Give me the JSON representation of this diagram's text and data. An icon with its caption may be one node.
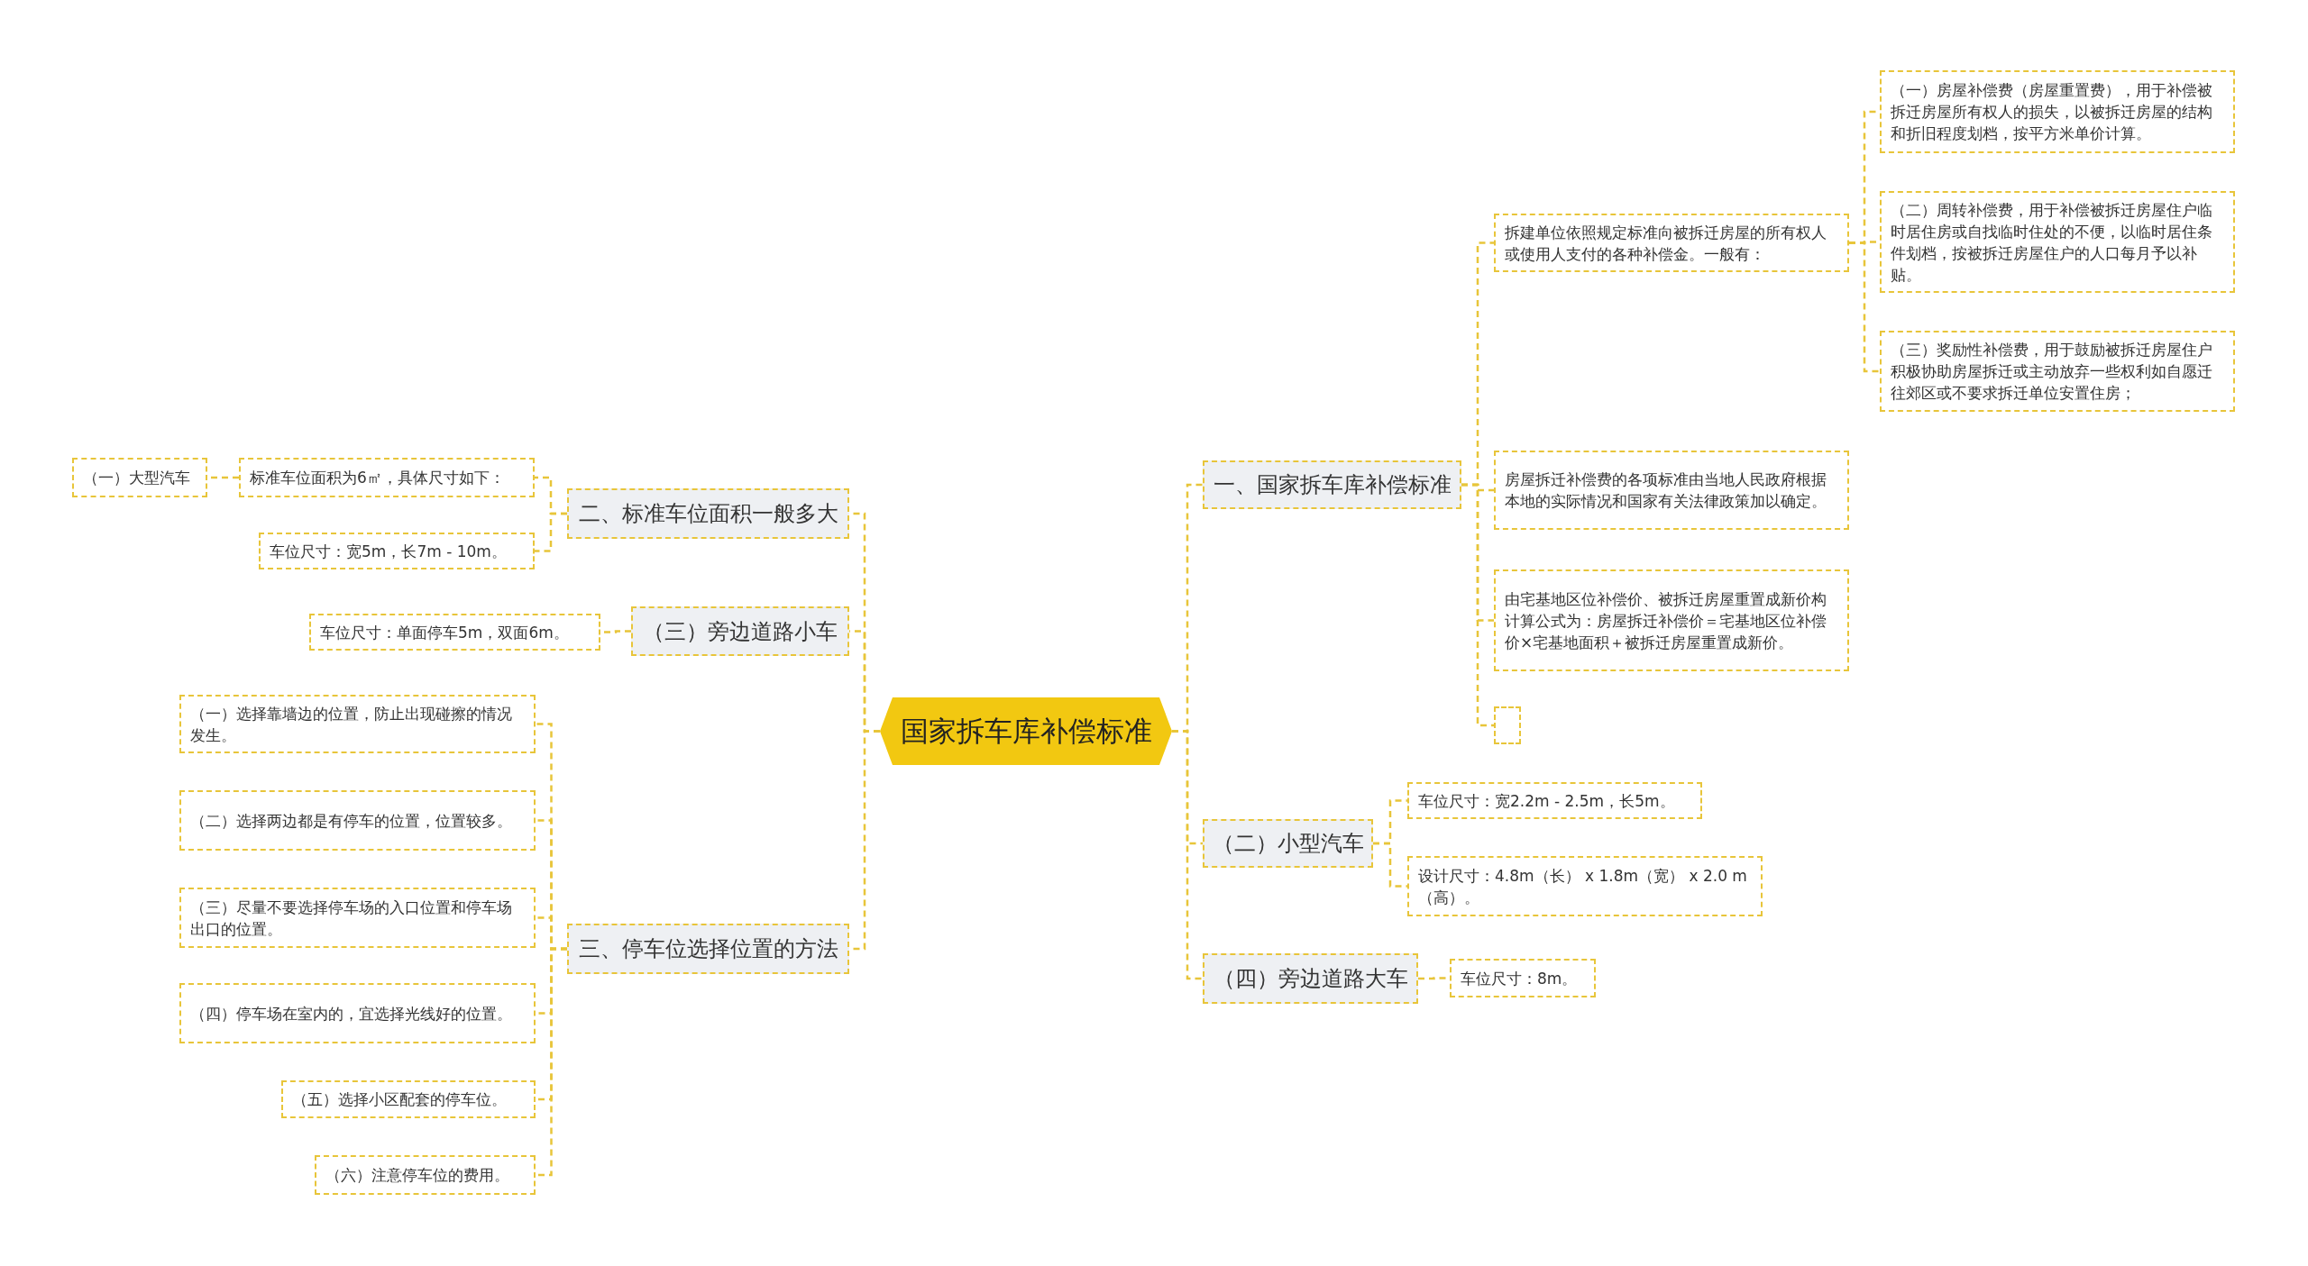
{
  "diagram": {
    "nodes": [
      {
        "text": [
          "国家拆车库补偿标准"
        ]
      },
      {
        "text": [
          "一、国家拆车库补偿标准"
        ]
      },
      {
        "text": [
          "拆建单位依照规定标准向被拆迁房屋的所有权人或使用人支付的各种补偿金。一般有："
        ]
      },
      {
        "text": [
          "（一）房屋补偿费（房屋重置费），用于补偿被拆迁房屋所有权人的损失，以被拆迁房屋的结构和折旧程度划档，按平方米单价计算。"
        ]
      },
      {
        "text": [
          "（二）周转补偿费，用于补偿被拆迁房屋住户临时居住房或自找临时住处的不便，以临时居住条件划档，按被拆迁房屋住户的人口每月予以补贴。"
        ]
      },
      {
        "text": [
          "（三）奖励性补偿费，用于鼓励被拆迁房屋住户积极协助房屋拆迁或主动放弃一些权利如自愿迁往郊区或不要求拆迁单位安置住房；"
        ]
      },
      {
        "text": [
          "房屋拆迁补偿费的各项标准由当地人民政府根据本地的实际情况和国家有关法律政策加以确定。"
        ]
      },
      {
        "text": [
          "由宅基地区位补偿价、被拆迁房屋重置成新价构计算公式为：房屋拆迁补偿价＝宅基地区位补偿价×宅基地面积＋被拆迁房屋重置成新价。"
        ]
      },
      {
        "text": [],
        "shape": "box"
      },
      {
        "text": [
          "（二）小型汽车"
        ]
      },
      {
        "text": [
          "车位尺寸：宽2.2m - 2.5m，长5m。"
        ]
      },
      {
        "text": [
          "设计尺寸：4.8m（长） x 1.8m（宽） x 2.0 m（高）。"
        ]
      },
      {
        "text": [
          "（四）旁边道路大车"
        ]
      },
      {
        "text": [
          "车位尺寸：8m。"
        ]
      },
      {
        "text": [
          "二、标准车位面积一般多大"
        ]
      },
      {
        "text": [
          "标准车位面积为6㎡，具体尺寸如下："
        ]
      },
      {
        "text": [
          "（一）大型汽车"
        ]
      },
      {
        "text": [
          "车位尺寸：宽5m，长7m - 10m。"
        ]
      },
      {
        "text": [
          "（三）旁边道路小车"
        ]
      },
      {
        "text": [
          "车位尺寸：单面停车5m，双面6m。"
        ]
      },
      {
        "text": [
          "三、停车位选择位置的方法"
        ]
      },
      {
        "text": [
          "（一）选择靠墙边的位置，防止出现碰擦的情况发生。"
        ]
      },
      {
        "text": [
          "（二）选择两边都是有停车的位置，位置较多。"
        ]
      },
      {
        "text": [
          "（三）尽量不要选择停车场的入口位置和停车场出口的位置。"
        ]
      },
      {
        "text": [
          "（四）停车场在室内的，宜选择光线好的位置。"
        ]
      },
      {
        "text": [
          "（五）选择小区配套的停车位。"
        ]
      },
      {
        "text": [
          "（六）注意停车位的费用。"
        ]
      }
    ],
    "edges": [
      {
        "from": 0,
        "to": 1,
        "arrow": "none"
      },
      {
        "from": 1,
        "to": 2,
        "arrow": "none"
      },
      {
        "from": 2,
        "to": 3,
        "arrow": "none"
      },
      {
        "from": 2,
        "to": 4,
        "arrow": "none"
      },
      {
        "from": 2,
        "to": 5,
        "arrow": "none"
      },
      {
        "from": 1,
        "to": 6,
        "arrow": "none"
      },
      {
        "from": 1,
        "to": 7,
        "arrow": "none"
      },
      {
        "from": 1,
        "to": 8,
        "arrow": "none"
      },
      {
        "from": 0,
        "to": 9,
        "arrow": "none"
      },
      {
        "from": 9,
        "to": 10,
        "arrow": "none"
      },
      {
        "from": 9,
        "to": 11,
        "arrow": "none"
      },
      {
        "from": 0,
        "to": 12,
        "arrow": "none"
      },
      {
        "from": 12,
        "to": 13,
        "arrow": "none"
      },
      {
        "from": 0,
        "to": 14,
        "arrow": "none"
      },
      {
        "from": 14,
        "to": 15,
        "arrow": "none"
      },
      {
        "from": 15,
        "to": 16,
        "arrow": "none"
      },
      {
        "from": 14,
        "to": 17,
        "arrow": "none"
      },
      {
        "from": 0,
        "to": 18,
        "arrow": "none"
      },
      {
        "from": 18,
        "to": 19,
        "arrow": "none"
      },
      {
        "from": 0,
        "to": 20,
        "arrow": "none"
      },
      {
        "from": 20,
        "to": 21,
        "arrow": "none"
      },
      {
        "from": 20,
        "to": 22,
        "arrow": "none"
      },
      {
        "from": 20,
        "to": 23,
        "arrow": "none"
      },
      {
        "from": 20,
        "to": 24,
        "arrow": "none"
      },
      {
        "from": 20,
        "to": 25,
        "arrow": "none"
      },
      {
        "from": 20,
        "to": 26,
        "arrow": "none"
      }
    ]
  }
}
